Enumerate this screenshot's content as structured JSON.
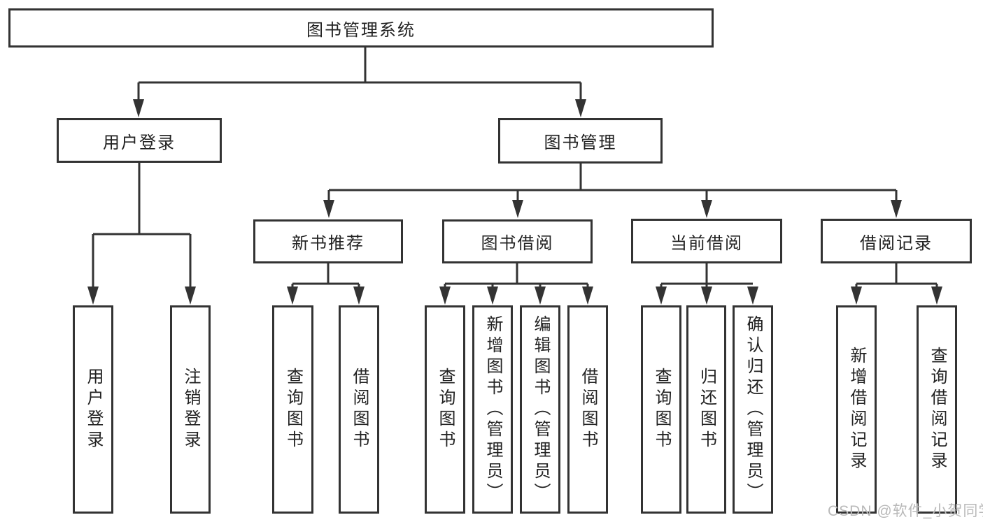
{
  "diagram": {
    "title": "图书管理系统",
    "level2": [
      {
        "label": "用户登录"
      },
      {
        "label": "图书管理"
      }
    ],
    "level3": [
      {
        "label": "新书推荐"
      },
      {
        "label": "图书借阅"
      },
      {
        "label": "当前借阅"
      },
      {
        "label": "借阅记录"
      }
    ],
    "leaves": {
      "user_login": [
        {
          "label": "用户登录"
        },
        {
          "label": "注销登录"
        }
      ],
      "new_book": [
        {
          "label": "查询图书"
        },
        {
          "label": "借阅图书"
        }
      ],
      "book_borrow": [
        {
          "label": "查询图书"
        },
        {
          "label": "新增图书（管理员）"
        },
        {
          "label": "编辑图书（管理员）"
        },
        {
          "label": "借阅图书"
        }
      ],
      "current_borrow": [
        {
          "label": "查询图书"
        },
        {
          "label": "归还图书"
        },
        {
          "label": "确认归还（管理员）"
        }
      ],
      "borrow_records": [
        {
          "label": "新增借阅记录"
        },
        {
          "label": "查询借阅记录"
        }
      ]
    },
    "watermark": "CSDN @软件_小贺同学",
    "colors": {
      "line": "#333333",
      "text": "#222222",
      "watermark": "#b9b9b9",
      "background": "#ffffff"
    }
  }
}
